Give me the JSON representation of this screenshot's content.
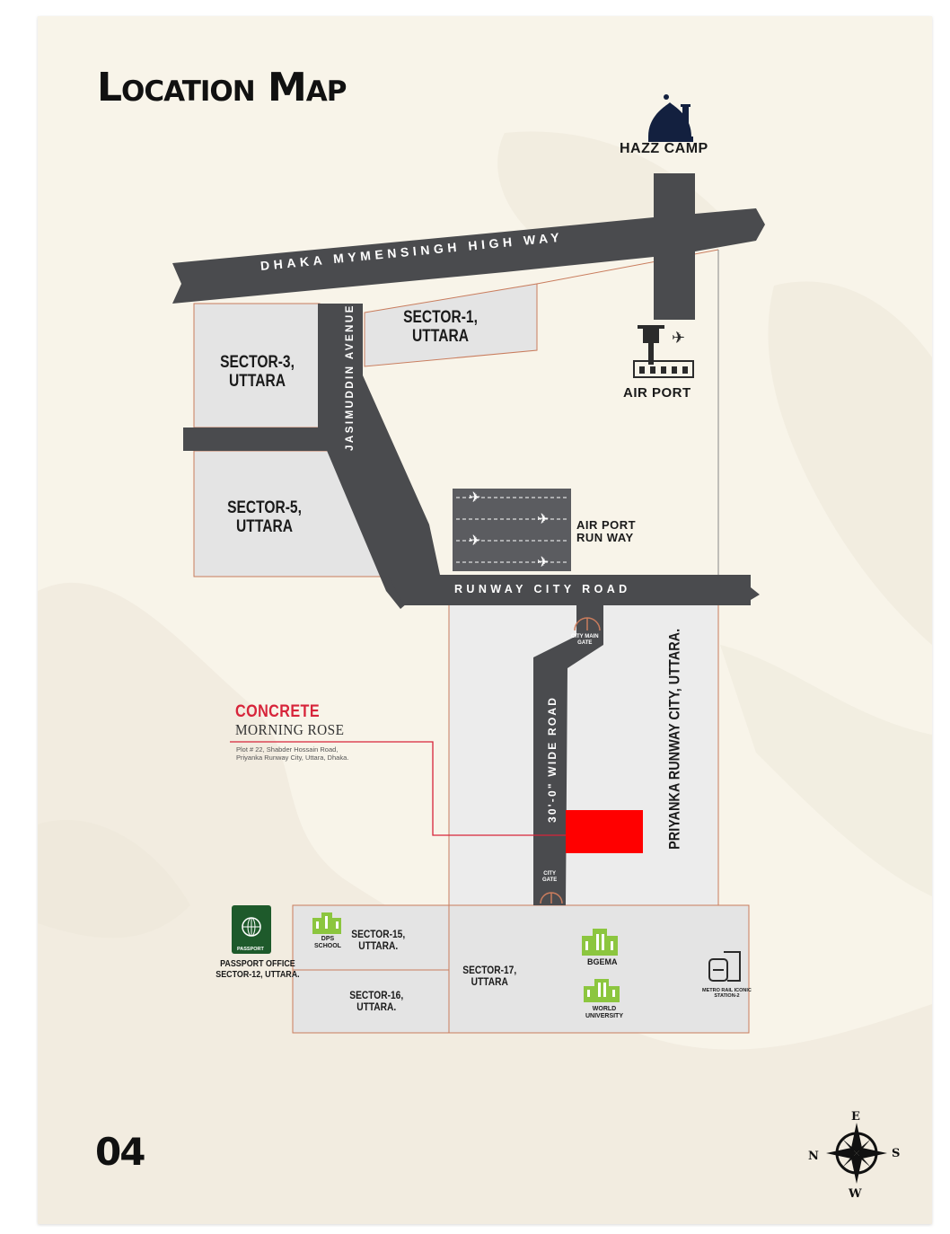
{
  "page_title": "Location Map",
  "page_number": "04",
  "roads": {
    "highway": "DHAKA MYMENSINGH HIGH WAY",
    "avenue": "JASIMUDDIN AVENUE",
    "runway_city_road": "RUNWAY CITY ROAD",
    "wide_road": "30'-0\" WIDE ROAD"
  },
  "landmarks": {
    "hazz_camp": "HAZZ CAMP",
    "airport": "AIR PORT",
    "airport_runway": [
      "AIR PORT",
      "RUN WAY"
    ],
    "city_main_gate": [
      "CITY MAIN",
      "GATE"
    ],
    "city_gate": [
      "CITY",
      "GATE"
    ],
    "passport_badge": "PASSPORT",
    "passport_office": [
      "PASSPORT OFFICE",
      "SECTOR-12, UTTARA."
    ],
    "dps_school": [
      "DPS",
      "SCHOOL"
    ],
    "bgema": "BGEMA",
    "world_university": [
      "WORLD",
      "UNIVERSITY"
    ],
    "metro_station": [
      "METRO RAIL ICONIC",
      "STATION-2"
    ]
  },
  "sectors": {
    "sector1": [
      "SECTOR-1,",
      "UTTARA"
    ],
    "sector3": [
      "SECTOR-3,",
      "UTTARA"
    ],
    "sector5": [
      "SECTOR-5,",
      "UTTARA"
    ],
    "sector15": [
      "SECTOR-15,",
      "UTTARA."
    ],
    "sector16": [
      "SECTOR-16,",
      "UTTARA."
    ],
    "sector17": [
      "SECTOR-17,",
      "UTTARA"
    ],
    "priyanka": "PRIYANKA RUNWAY CITY, UTTARA."
  },
  "project": {
    "brand": "CONCRETE",
    "name": "MORNING ROSE",
    "address": [
      "Plot # 22, Shabder Hossain Road,",
      "Priyanka Runway City, Uttara, Dhaka."
    ]
  },
  "compass": {
    "top": "E",
    "left": "N",
    "right": "S",
    "bottom": "W"
  },
  "colors": {
    "road": "#4a4b4e",
    "plot": "#e6e6e6",
    "border": "#c97c5d",
    "site": "#ff0000",
    "accent": "#d7243a",
    "building": "#8cc63f"
  }
}
